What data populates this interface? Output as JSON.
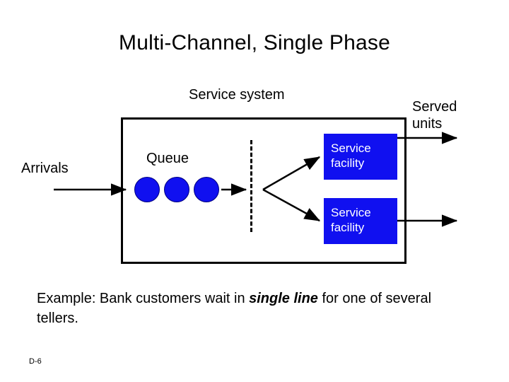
{
  "slide": {
    "title": "Multi-Channel, Single Phase",
    "number": "D-6",
    "example": {
      "prefix": "Example:  Bank customers wait in ",
      "emphasis": "single line",
      "suffix": " for one of several tellers."
    }
  },
  "diagram": {
    "service_system_label": "Service system",
    "served_units_label": "Served\nunits",
    "arrivals_label": "Arrivals",
    "queue_label": "Queue",
    "facilities": [
      {
        "label": "Service\nfacility"
      },
      {
        "label": "Service\nfacility"
      }
    ],
    "queue_units": [
      {
        "name": "unit-1"
      },
      {
        "name": "unit-2"
      },
      {
        "name": "unit-3"
      }
    ],
    "colors": {
      "unit_fill": "#1010f0",
      "facility_fill": "#1010f0",
      "facility_text": "#ffffff",
      "outline": "#000000",
      "background": "#ffffff"
    }
  }
}
